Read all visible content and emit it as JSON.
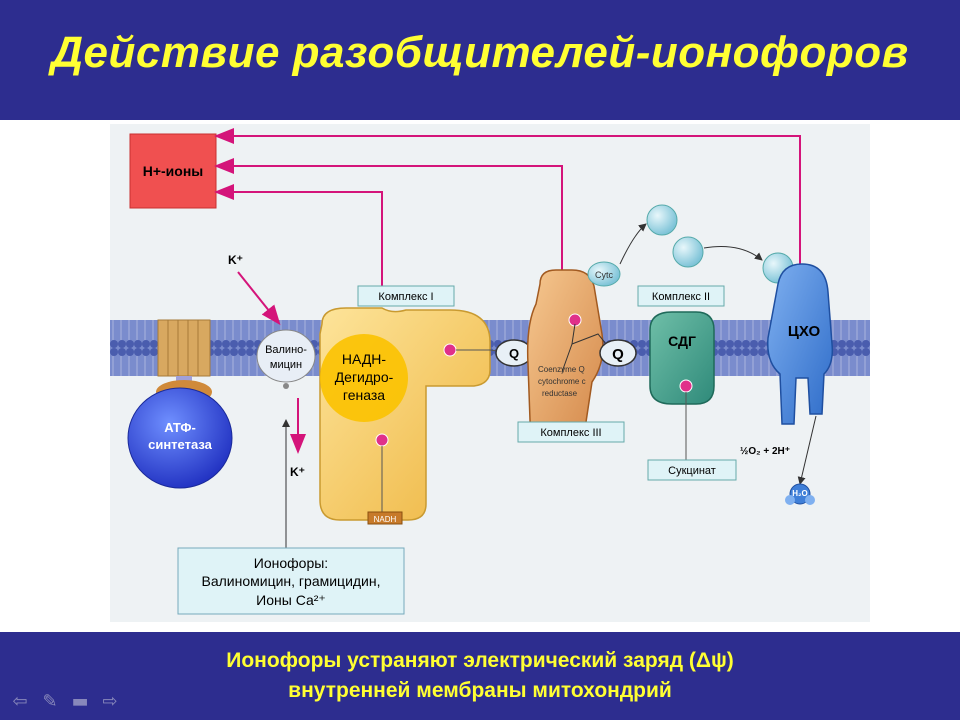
{
  "slide": {
    "title": "Действие разобщителей-ионофоров",
    "footer_line1": "Ионофоры устраняют электрический заряд (Δψ)",
    "footer_line2": "внутренней мембраны митохондрий"
  },
  "diagram": {
    "h_ions": "Н+-ионы",
    "k_top": "K⁺",
    "k_bottom": "K⁺",
    "valinomycin_line1": "Валино-",
    "valinomycin_line2": "мицин",
    "atp_synthase_line1": "АТФ-",
    "atp_synthase_line2": "синтетаза",
    "complex1_label": "Комплекс I",
    "nadh_line1": "НАДН-",
    "nadh_line2": "Дегидро-",
    "nadh_line3": "геназа",
    "nadh_small": "NADH",
    "q1": "Q",
    "q2": "Q",
    "cytc": "Cytc",
    "coenzyme_line1": "Coenzyme Q",
    "coenzyme_line2": "cytochrome c",
    "coenzyme_line3": "reductase",
    "complex3_label": "Комплекс III",
    "complex2_label": "Комплекс II",
    "sdg": "СДГ",
    "succinate": "Сукцинат",
    "cho": "ЦХО",
    "o2_reaction": "½O₂ + 2H⁺",
    "h2o": "H₂O",
    "ionophores_line1": "Ионофоры:",
    "ionophores_line2": "Валиномицин, грамицидин,",
    "ionophores_line3": "Ионы Са²⁺"
  },
  "colors": {
    "background": "#2d2d8f",
    "title_yellow": "#ffff33",
    "h_ion_box": "#f05050",
    "arrow_magenta": "#d4147a",
    "membrane_blue": "#5a6fbf",
    "complex_yellow": "#f5d060",
    "cho_blue": "#3f7fd8"
  },
  "nav": {
    "first_icon": "⇦",
    "edit_icon": "✎",
    "menu_icon": "▬",
    "next_icon": "⇨"
  }
}
